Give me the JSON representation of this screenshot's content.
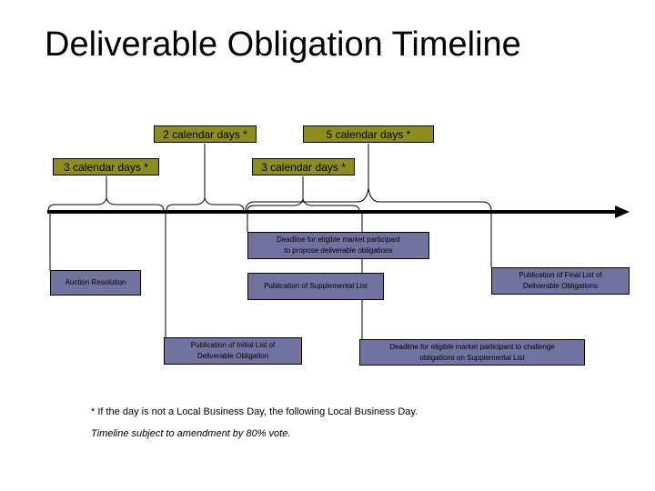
{
  "title": "Deliverable Obligation Timeline",
  "colors": {
    "background": "#ffffff",
    "duration_box": "#8e8e1e",
    "event_box": "#7272a0",
    "line": "#000000",
    "text": "#000000"
  },
  "durations": {
    "two_days": "2 calendar days *",
    "five_days": "5 calendar days *",
    "three_days_first": "3 calendar days *",
    "three_days_second": "3 calendar days *"
  },
  "events": {
    "auction_resolution": {
      "line1": "Auction Resolution"
    },
    "propose_deadline": {
      "line1": "Deadline for eligible market participant",
      "line2": "to propose deliverable obligations"
    },
    "supplemental_list": {
      "line1": "Publication of Supplemental List"
    },
    "final_list": {
      "line1": "Publication of Final List of",
      "line2": "Deliverable Obligations"
    },
    "initial_list": {
      "line1": "Publication of Initial List of",
      "line2": "Deliverable Obligation"
    },
    "challenge_deadline": {
      "line1": "Deadline for eligible market participant to challenge",
      "line2": "obligations on Supplemental List"
    }
  },
  "footnotes": {
    "business_day_note": "* If the day is not a Local Business Day, the following Local Business Day.",
    "amendment_note": "Timeline subject to amendment by 80% vote."
  }
}
